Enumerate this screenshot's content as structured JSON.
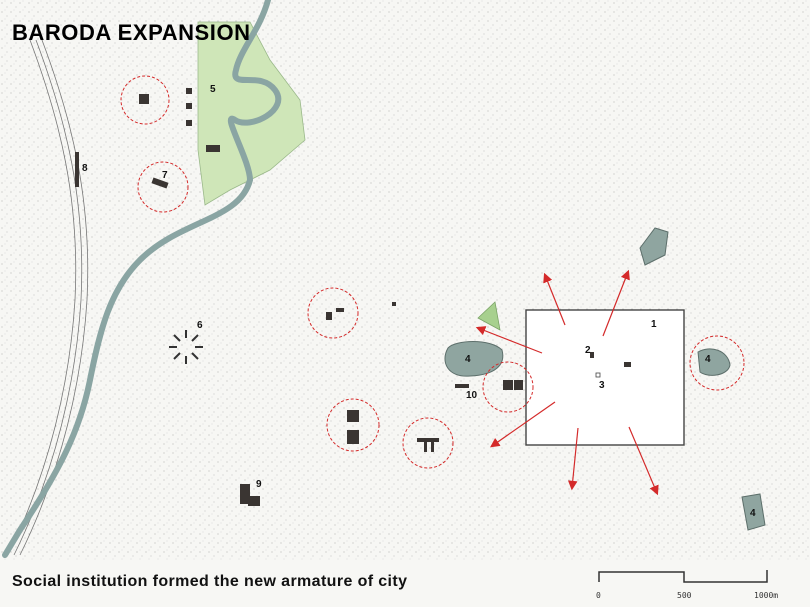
{
  "title": "BARODA EXPANSION",
  "caption": "Social institution formed the new armature of city",
  "labels": {
    "l1": "1",
    "l2": "2",
    "l3": "3",
    "l4a": "4",
    "l4b": "4",
    "l4c": "4",
    "l5": "5",
    "l6": "6",
    "l7": "7",
    "l8": "8",
    "l9": "9",
    "l10": "10"
  },
  "scale_bar": {
    "ticks": [
      "0",
      "500",
      "1000m"
    ]
  },
  "colors": {
    "river": "#8aa5a3",
    "green": "#cfe6b8",
    "pond": "#8fa5a0",
    "circle": "#d42a2a",
    "building": "#3a3532"
  }
}
